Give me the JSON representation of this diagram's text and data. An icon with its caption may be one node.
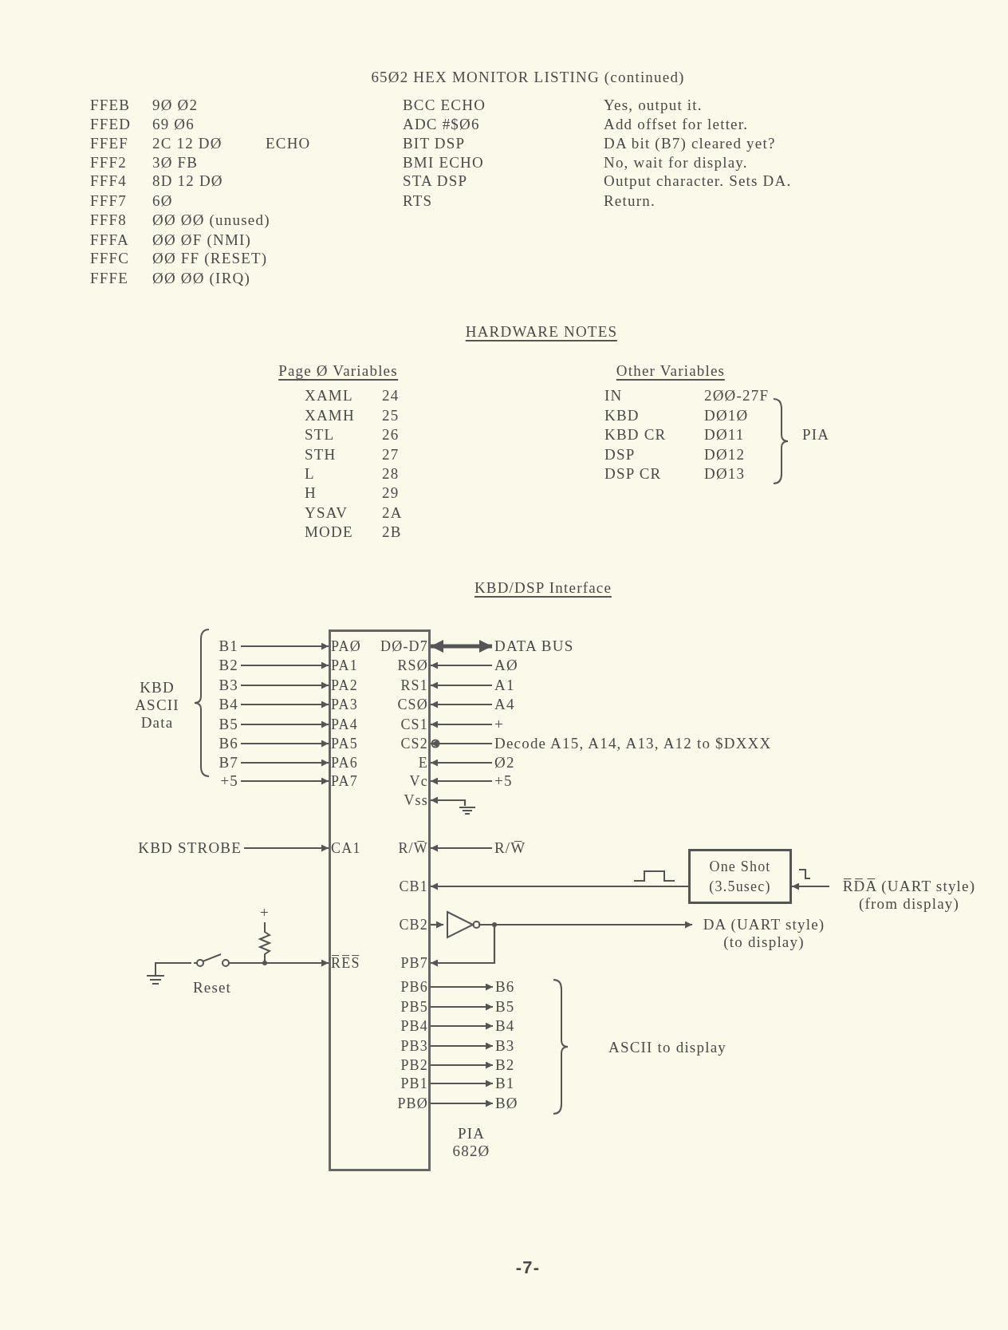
{
  "diagram": {
    "nodes": [
      {
        "text": [],
        "shape": "box",
        "beside": [
          "PIA 682Ø"
        ]
      },
      {
        "text": [
          "PAØ"
        ],
        "in": 0
      },
      {
        "text": [
          "PA1"
        ],
        "in": 0
      },
      {
        "text": [
          "PA2"
        ],
        "in": 0
      },
      {
        "text": [
          "PA3"
        ],
        "in": 0
      },
      {
        "text": [
          "PA4"
        ],
        "in": 0
      },
      {
        "text": [
          "PA5"
        ],
        "in": 0
      },
      {
        "text": [
          "PA6"
        ],
        "in": 0
      },
      {
        "text": [
          "PA7"
        ],
        "in": 0
      },
      {
        "text": [
          "CA1"
        ],
        "in": 0
      },
      {
        "text": [
          "R̅E̅S̅"
        ],
        "in": 0
      },
      {
        "text": [
          "DØ-D7"
        ],
        "in": 0
      },
      {
        "text": [
          "RSØ"
        ],
        "in": 0
      },
      {
        "text": [
          "RS1"
        ],
        "in": 0
      },
      {
        "text": [
          "CSØ"
        ],
        "in": 0
      },
      {
        "text": [
          "CS1"
        ],
        "in": 0
      },
      {
        "text": [
          "CS2"
        ],
        "in": 0
      },
      {
        "text": [
          "E"
        ],
        "in": 0
      },
      {
        "text": [
          "Vc"
        ],
        "in": 0
      },
      {
        "text": [
          "Vss"
        ],
        "in": 0
      },
      {
        "text": [
          "R/W̅"
        ],
        "in": 0
      },
      {
        "text": [
          "CB1"
        ],
        "in": 0
      },
      {
        "text": [
          "CB2"
        ],
        "in": 0
      },
      {
        "text": [
          "PB7"
        ],
        "in": 0
      },
      {
        "text": [
          "PB6"
        ],
        "in": 0
      },
      {
        "text": [
          "PB5"
        ],
        "in": 0
      },
      {
        "text": [
          "PB4"
        ],
        "in": 0
      },
      {
        "text": [
          "PB3"
        ],
        "in": 0
      },
      {
        "text": [
          "PB2"
        ],
        "in": 0
      },
      {
        "text": [
          "PB1"
        ],
        "in": 0
      },
      {
        "text": [
          "PBØ"
        ],
        "in": 0
      },
      {
        "text": [
          "B1"
        ]
      },
      {
        "text": [
          "B2"
        ]
      },
      {
        "text": [
          "B3"
        ]
      },
      {
        "text": [
          "B4"
        ]
      },
      {
        "text": [
          "B5"
        ]
      },
      {
        "text": [
          "B6"
        ]
      },
      {
        "text": [
          "B7"
        ]
      },
      {
        "text": [
          "+5"
        ]
      },
      {
        "text": [
          "KBD STROBE"
        ]
      },
      {
        "text": [],
        "shape": "picture",
        "beside": [
          "Reset"
        ]
      },
      {
        "text": [
          "DATA BUS"
        ]
      },
      {
        "text": [
          "AØ"
        ]
      },
      {
        "text": [
          "A1"
        ]
      },
      {
        "text": [
          "A4"
        ]
      },
      {
        "text": [
          "+"
        ]
      },
      {
        "text": [
          "Decode A15, A14, A13, A12 to $DXXX"
        ]
      },
      {
        "text": [
          "Ø2"
        ]
      },
      {
        "text": [
          "+5"
        ]
      },
      {
        "text": [],
        "shape": "ground"
      },
      {
        "text": [
          "R/W̅"
        ]
      },
      {
        "text": [
          "One Shot (3.5usec)"
        ]
      },
      {
        "text": [
          "R̅D̅A̅ (UART style) (from display)"
        ]
      },
      {
        "text": [],
        "shape": "triangle"
      },
      {
        "text": [
          "DA (UART style) (to display)"
        ]
      },
      {
        "text": [
          "B6"
        ]
      },
      {
        "text": [
          "B5"
        ]
      },
      {
        "text": [
          "B4"
        ]
      },
      {
        "text": [
          "B3"
        ]
      },
      {
        "text": [
          "B2"
        ]
      },
      {
        "text": [
          "B1"
        ]
      },
      {
        "text": [
          "BØ"
        ]
      }
    ],
    "edges": [
      {
        "from": 31,
        "to": 1,
        "arrow": "to"
      },
      {
        "from": 32,
        "to": 2,
        "arrow": "to"
      },
      {
        "from": 33,
        "to": 3,
        "arrow": "to"
      },
      {
        "from": 34,
        "to": 4,
        "arrow": "to"
      },
      {
        "from": 35,
        "to": 5,
        "arrow": "to"
      },
      {
        "from": 36,
        "to": 6,
        "arrow": "to"
      },
      {
        "from": 37,
        "to": 7,
        "arrow": "to"
      },
      {
        "from": 38,
        "to": 8,
        "arrow": "to"
      },
      {
        "from": 39,
        "to": 9,
        "arrow": "to"
      },
      {
        "from": 40,
        "to": 10,
        "arrow": "to"
      },
      {
        "from": 11,
        "to": 41,
        "arrow": "both",
        "style": "thick"
      },
      {
        "from": 42,
        "to": 12,
        "arrow": "to"
      },
      {
        "from": 43,
        "to": 13,
        "arrow": "to"
      },
      {
        "from": 44,
        "to": 14,
        "arrow": "to"
      },
      {
        "from": 45,
        "to": 15,
        "arrow": "to"
      },
      {
        "from": 46,
        "to": 16,
        "arrow": "to"
      },
      {
        "from": 47,
        "to": 17,
        "arrow": "to"
      },
      {
        "from": 48,
        "to": 18,
        "arrow": "to"
      },
      {
        "from": 49,
        "to": 19,
        "arrow": "to"
      },
      {
        "from": 50,
        "to": 20,
        "arrow": "to"
      },
      {
        "from": 51,
        "to": 21,
        "arrow": "to"
      },
      {
        "from": 52,
        "to": 51,
        "arrow": "to"
      },
      {
        "from": 22,
        "to": 53,
        "arrow": "to"
      },
      {
        "from": 53,
        "to": 54,
        "arrow": "to"
      },
      {
        "from": 53,
        "to": 23,
        "arrow": "to"
      },
      {
        "from": 24,
        "to": 55,
        "arrow": "to"
      },
      {
        "from": 25,
        "to": 56,
        "arrow": "to"
      },
      {
        "from": 26,
        "to": 57,
        "arrow": "to"
      },
      {
        "from": 27,
        "to": 58,
        "arrow": "to"
      },
      {
        "from": 28,
        "to": 59,
        "arrow": "to"
      },
      {
        "from": 29,
        "to": 60,
        "arrow": "to"
      },
      {
        "from": 30,
        "to": 61,
        "arrow": "to"
      }
    ],
    "labels": [
      "65Ø2 HEX MONITOR LISTING (continued)",
      "FFEB",
      "9Ø Ø2",
      "BCC ECHO",
      "Yes, output it.",
      "FFED",
      "69 Ø6",
      "ADC #$Ø6",
      "Add offset for letter.",
      "FFEF",
      "2C 12 DØ",
      "ECHO",
      "BIT DSP",
      "DA bit (B7) cleared yet?",
      "FFF2",
      "3Ø FB",
      "BMI ECHO",
      "No, wait for display.",
      "FFF4",
      "8D 12 DØ",
      "STA DSP",
      "Output character. Sets DA.",
      "FFF7",
      "6Ø",
      "RTS",
      "Return.",
      "FFF8",
      "ØØ ØØ (unused)",
      "FFFA",
      "ØØ ØF (NMI)",
      "FFFC",
      "ØØ FF (RESET)",
      "FFFE",
      "ØØ ØØ (IRQ)",
      "HARDWARE NOTES",
      "Page Ø Variables",
      "XAML",
      "24",
      "XAMH",
      "25",
      "STL",
      "26",
      "STH",
      "27",
      "L",
      "28",
      "H",
      "29",
      "YSAV",
      "2A",
      "MODE",
      "2B",
      "Other Variables",
      "IN",
      "2ØØ-27F",
      "KBD",
      "DØ1Ø",
      "KBD CR",
      "DØ11",
      "DSP",
      "DØ12",
      "DSP CR",
      "DØ13",
      "PIA",
      "KBD/DSP Interface",
      "KBD ASCII Data",
      "+",
      "ASCII to display",
      "-7-"
    ]
  }
}
